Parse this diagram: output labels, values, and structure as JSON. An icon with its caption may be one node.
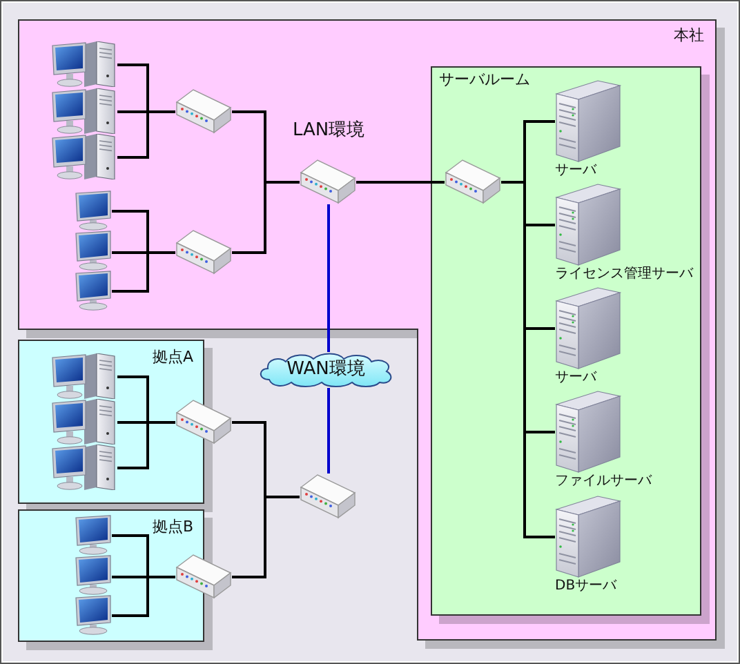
{
  "diagram": {
    "nodes": [
      {
        "text": [
          "本社"
        ]
      },
      {
        "text": [],
        "shape": "picture",
        "in": 0
      },
      {
        "text": [],
        "shape": "picture",
        "in": 0
      },
      {
        "text": [],
        "shape": "picture",
        "in": 0
      },
      {
        "text": [],
        "shape": "picture",
        "in": 0
      },
      {
        "text": [],
        "shape": "picture",
        "in": 0
      },
      {
        "text": [],
        "shape": "picture",
        "in": 0
      },
      {
        "text": [],
        "shape": "picture",
        "in": 0
      },
      {
        "text": [],
        "shape": "picture",
        "in": 0
      },
      {
        "text": [],
        "shape": "picture",
        "in": 0,
        "beside": [
          "LAN環境"
        ]
      },
      {
        "text": [
          "サーバルーム"
        ],
        "in": 0
      },
      {
        "text": [],
        "shape": "picture",
        "in": 10
      },
      {
        "text": [],
        "shape": "picture",
        "in": 10,
        "beside": [
          "サーバ"
        ]
      },
      {
        "text": [],
        "shape": "picture",
        "in": 10,
        "beside": [
          "ライセンス管理サーバ"
        ]
      },
      {
        "text": [],
        "shape": "picture",
        "in": 10,
        "beside": [
          "サーバ"
        ]
      },
      {
        "text": [],
        "shape": "picture",
        "in": 10,
        "beside": [
          "ファイルサーバ"
        ]
      },
      {
        "text": [],
        "shape": "picture",
        "in": 10,
        "beside": [
          "DBサーバ"
        ]
      },
      {
        "text": [
          "WAN環境"
        ]
      },
      {
        "text": [
          "拠点A"
        ]
      },
      {
        "text": [],
        "shape": "picture",
        "in": 18
      },
      {
        "text": [],
        "shape": "picture",
        "in": 18
      },
      {
        "text": [],
        "shape": "picture",
        "in": 18
      },
      {
        "text": [],
        "shape": "picture"
      },
      {
        "text": [
          "拠点B"
        ]
      },
      {
        "text": [],
        "shape": "picture",
        "in": 23
      },
      {
        "text": [],
        "shape": "picture",
        "in": 23
      },
      {
        "text": [],
        "shape": "picture",
        "in": 23
      },
      {
        "text": [],
        "shape": "picture"
      },
      {
        "text": [],
        "shape": "picture"
      }
    ],
    "edges": [
      {
        "from": 1,
        "to": 7,
        "arrow": "none"
      },
      {
        "from": 2,
        "to": 7,
        "arrow": "none"
      },
      {
        "from": 3,
        "to": 7,
        "arrow": "none"
      },
      {
        "from": 4,
        "to": 8,
        "arrow": "none"
      },
      {
        "from": 5,
        "to": 8,
        "arrow": "none"
      },
      {
        "from": 6,
        "to": 8,
        "arrow": "none"
      },
      {
        "from": 7,
        "to": 9,
        "arrow": "none"
      },
      {
        "from": 8,
        "to": 9,
        "arrow": "none"
      },
      {
        "from": 9,
        "to": 11,
        "arrow": "none"
      },
      {
        "from": 11,
        "to": 12,
        "arrow": "none"
      },
      {
        "from": 11,
        "to": 13,
        "arrow": "none"
      },
      {
        "from": 11,
        "to": 14,
        "arrow": "none"
      },
      {
        "from": 11,
        "to": 15,
        "arrow": "none"
      },
      {
        "from": 11,
        "to": 16,
        "arrow": "none"
      },
      {
        "from": 9,
        "to": 17,
        "arrow": "none",
        "color": "#0000cc"
      },
      {
        "from": 17,
        "to": 28,
        "arrow": "none",
        "color": "#0000cc"
      },
      {
        "from": 19,
        "to": 22,
        "arrow": "none"
      },
      {
        "from": 20,
        "to": 22,
        "arrow": "none"
      },
      {
        "from": 21,
        "to": 22,
        "arrow": "none"
      },
      {
        "from": 24,
        "to": 27,
        "arrow": "none"
      },
      {
        "from": 25,
        "to": 27,
        "arrow": "none"
      },
      {
        "from": 26,
        "to": 27,
        "arrow": "none"
      },
      {
        "from": 22,
        "to": 28,
        "arrow": "none"
      },
      {
        "from": 27,
        "to": 28,
        "arrow": "none"
      }
    ]
  }
}
